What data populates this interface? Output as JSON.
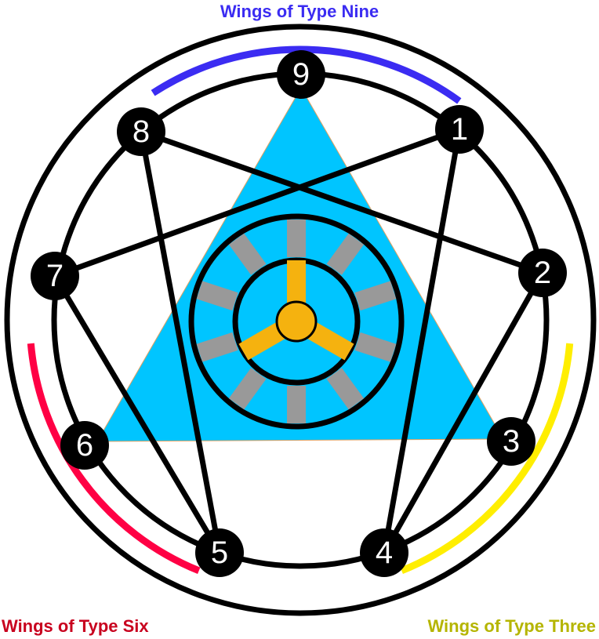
{
  "captions": {
    "nine": "Wings of Type Nine",
    "six": "Wings of Type Six",
    "three": "Wings of Type Three"
  },
  "colors": {
    "nine": "#3b2cf2",
    "six": "#c8001e",
    "three": "#b5b500",
    "arc_nine": "#3b2cf2",
    "arc_six": "#ff0044",
    "arc_three": "#ffee00",
    "triangle": "#00c5ff",
    "spokes": "#f5b20f",
    "blocks": "#999999"
  },
  "nodes": [
    "9",
    "1",
    "2",
    "3",
    "4",
    "5",
    "6",
    "7",
    "8"
  ],
  "connections": [
    [
      "1",
      "4"
    ],
    [
      "4",
      "2"
    ],
    [
      "2",
      "8"
    ],
    [
      "8",
      "5"
    ],
    [
      "5",
      "7"
    ],
    [
      "7",
      "1"
    ]
  ]
}
